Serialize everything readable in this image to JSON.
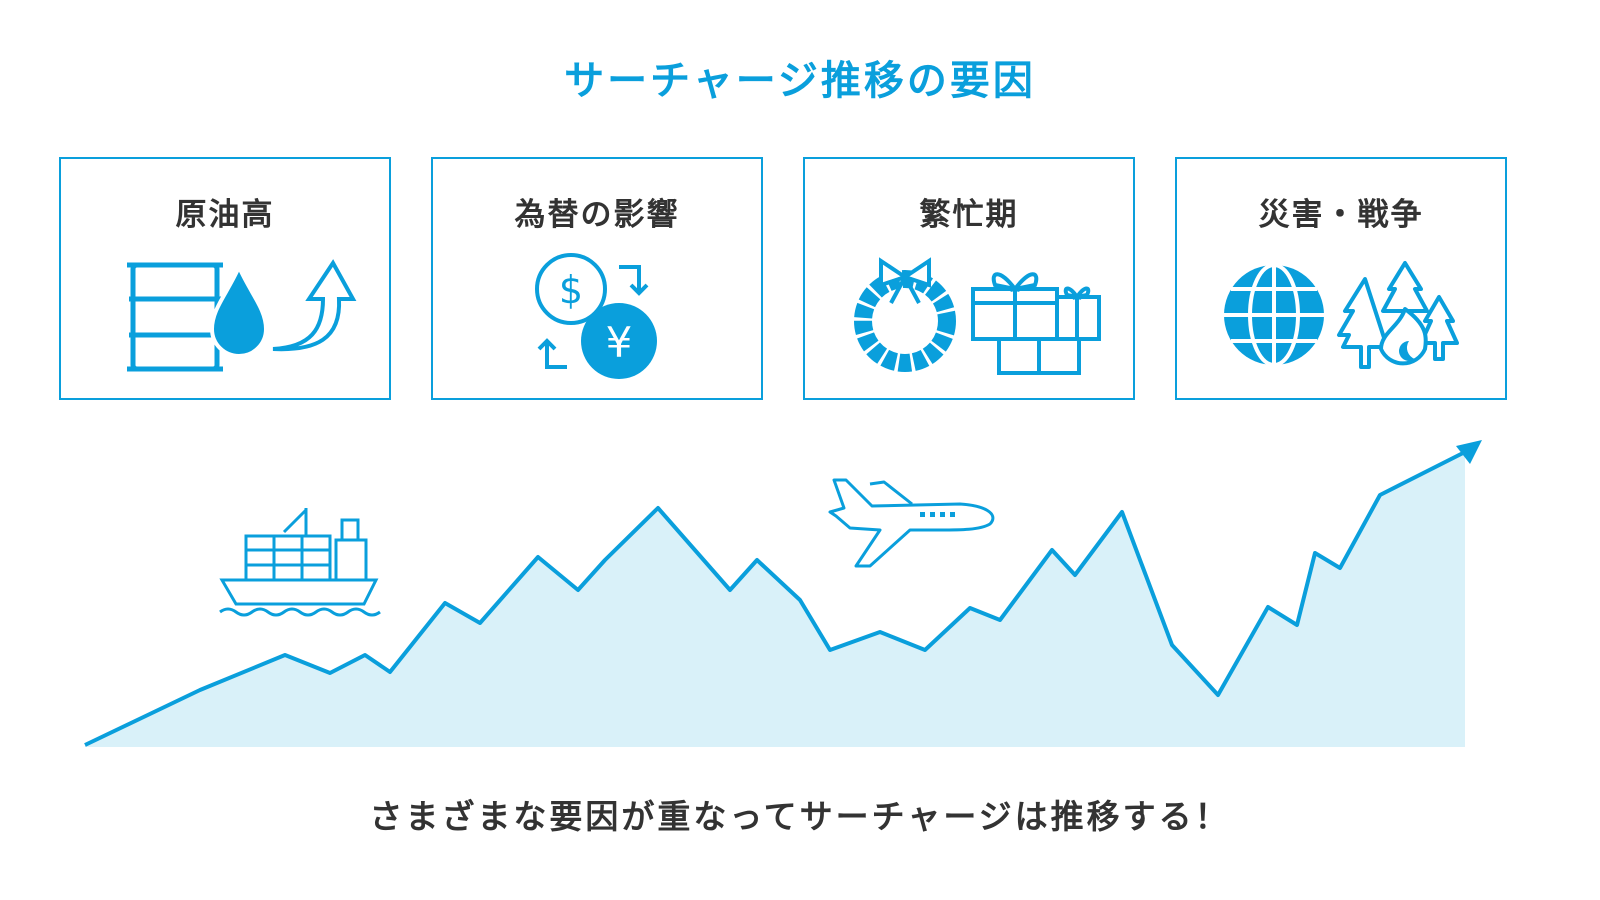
{
  "title": "サーチャージ推移の要因",
  "factors": [
    {
      "label": "原油高",
      "icons": [
        "oil-barrel-icon",
        "oil-drop-icon",
        "arrow-up-icon"
      ]
    },
    {
      "label": "為替の影響",
      "icons": [
        "dollar-coin-icon",
        "yen-coin-icon",
        "exchange-arrows-icon"
      ]
    },
    {
      "label": "繁忙期",
      "icons": [
        "wreath-icon",
        "gift-boxes-icon"
      ]
    },
    {
      "label": "災害・戦争",
      "icons": [
        "globe-icon",
        "forest-fire-icon"
      ]
    }
  ],
  "illustrations": [
    "cargo-ship-icon",
    "airplane-icon"
  ],
  "caption": "さまざまな要因が重なってサーチャージは推移する！",
  "colors": {
    "accent": "#0a9fdc",
    "fill": "#d9f1f9",
    "text": "#333333"
  }
}
